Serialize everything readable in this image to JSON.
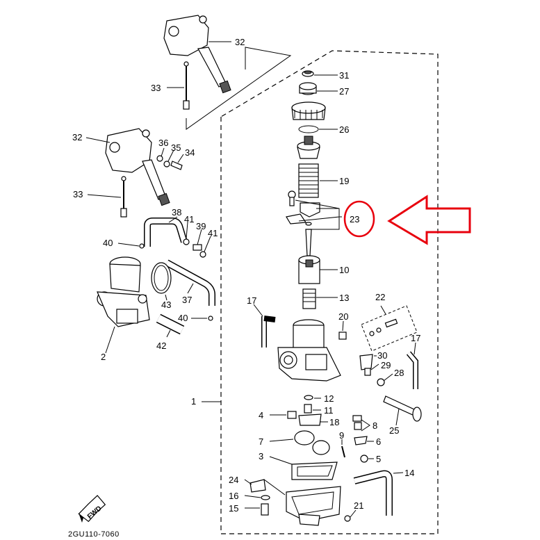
{
  "diagram_code": "2GU110-7060",
  "fwd_label": "FWD",
  "highlight_color": "#e8000d",
  "callouts": {
    "p1": "1",
    "p2": "2",
    "p3": "3",
    "p4": "4",
    "p5": "5",
    "p6": "6",
    "p7": "7",
    "p8": "8",
    "p9": "9",
    "p10": "10",
    "p11": "11",
    "p12": "12",
    "p13": "13",
    "p14": "14",
    "p15": "15",
    "p16": "16",
    "p17a": "17",
    "p17b": "17",
    "p18": "18",
    "p19": "19",
    "p20": "20",
    "p21": "21",
    "p22": "22",
    "p23": "23",
    "p24": "24",
    "p25": "25",
    "p26": "26",
    "p27": "27",
    "p28": "28",
    "p29": "29",
    "p30": "30",
    "p31": "31",
    "p32a": "32",
    "p32b": "32",
    "p33a": "33",
    "p33b": "33",
    "p34": "34",
    "p35": "35",
    "p36": "36",
    "p37": "37",
    "p38": "38",
    "p39": "39",
    "p40a": "40",
    "p40b": "40",
    "p41a": "41",
    "p41b": "41",
    "p42": "42",
    "p43": "43"
  }
}
